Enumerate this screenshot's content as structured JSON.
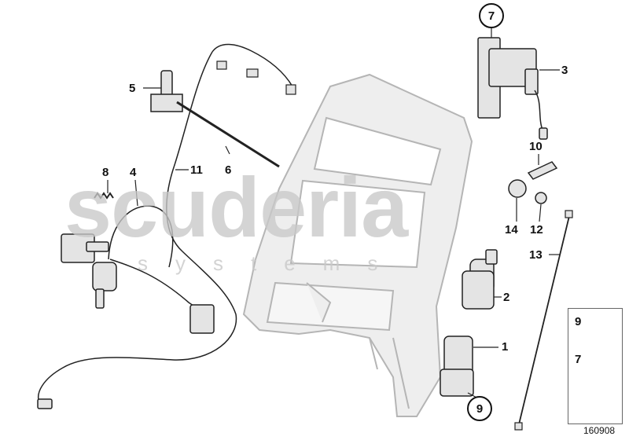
{
  "watermark": {
    "main": "scuderia",
    "sub": "systems"
  },
  "callouts": {
    "c1": "1",
    "c2": "2",
    "c3": "3",
    "c4": "4",
    "c5": "5",
    "c6": "6",
    "c8": "8",
    "c10": "10",
    "c11": "11",
    "c12": "12",
    "c13": "13",
    "c14": "14"
  },
  "circled": {
    "c7": "7",
    "c9": "9"
  },
  "legend": {
    "item9": "9",
    "item7": "7"
  },
  "diagram_id": "160908",
  "colors": {
    "line": "#111111",
    "part_fill": "#e4e4e4",
    "frame_fill": "#eeeeee",
    "frame_stroke": "#b5b5b5",
    "watermark": "#c9c9c9"
  }
}
